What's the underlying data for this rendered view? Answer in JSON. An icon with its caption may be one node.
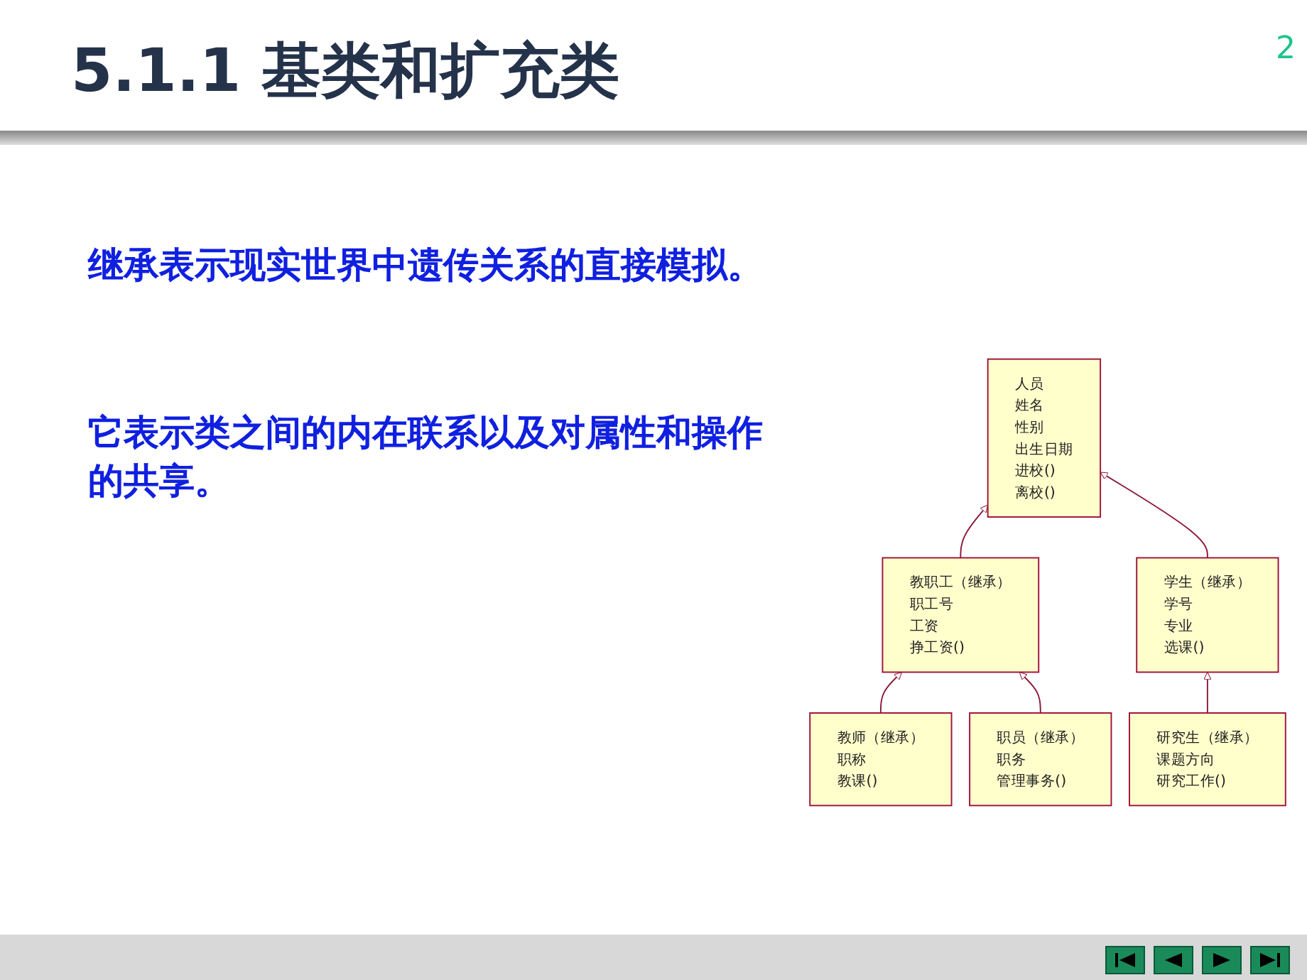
{
  "diagram": {
    "title": "5.1.1 基类和扩充类",
    "nodes": [
      {
        "text": [
          "人员",
          "姓名",
          "性别",
          "出生日期",
          "进校()",
          "离校()"
        ]
      },
      {
        "text": [
          "教职工（继承）",
          "职工号",
          "工资",
          "挣工资()"
        ]
      },
      {
        "text": [
          "学生（继承）",
          "学号",
          "专业",
          "选课()"
        ]
      },
      {
        "text": [
          "教师（继承）",
          "职称",
          "教课()"
        ]
      },
      {
        "text": [
          "职员（继承）",
          "职务",
          "管理事务()"
        ]
      },
      {
        "text": [
          "研究生（继承）",
          "课题方向",
          "研究工作()"
        ]
      }
    ],
    "edges": [
      {
        "from": 1,
        "to": 0,
        "arrow": "to"
      },
      {
        "from": 2,
        "to": 0,
        "arrow": "to"
      },
      {
        "from": 3,
        "to": 1,
        "arrow": "to"
      },
      {
        "from": 4,
        "to": 1,
        "arrow": "to"
      },
      {
        "from": 5,
        "to": 2,
        "arrow": "to"
      }
    ],
    "labels": [
      "2",
      "继承表示现实世界中遗传关系的直接模拟。",
      "它表示类之间的内在联系以及对属性和操作的共享。"
    ]
  }
}
